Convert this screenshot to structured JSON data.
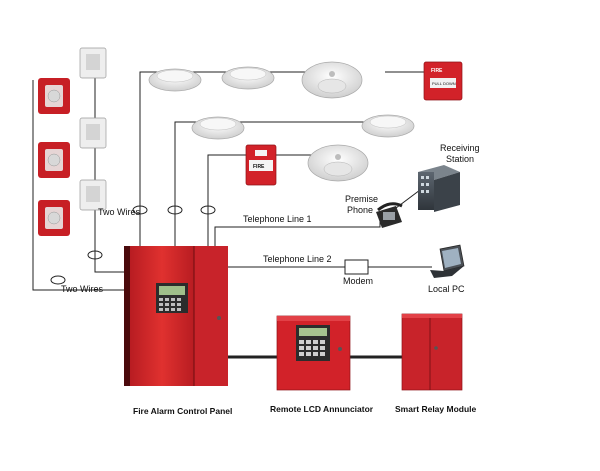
{
  "labels": {
    "two_wires_top": "Two Wires",
    "two_wires_bottom": "Two Wires",
    "telephone_line_1": "Telephone Line 1",
    "telephone_line_2": "Telephone Line 2",
    "premise_phone_1": "Premise",
    "premise_phone_2": "Phone",
    "receiving_station_1": "Receiving",
    "receiving_station_2": "Station",
    "modem": "Modem",
    "local_pc": "Local PC"
  },
  "captions": {
    "control_panel": "Fire Alarm Control Panel",
    "annunciator": "Remote LCD Annunciator",
    "relay_module": "Smart Relay Module"
  },
  "device_text": {
    "fire_sign": "FIRE",
    "pull_station_fire": "FIRE",
    "pull_station_pull": "PULL DOWN"
  },
  "colors": {
    "panel_red": "#d9262c",
    "panel_dark": "#9c1419",
    "detector_white": "#f2f2f2",
    "wire": "#222222"
  }
}
